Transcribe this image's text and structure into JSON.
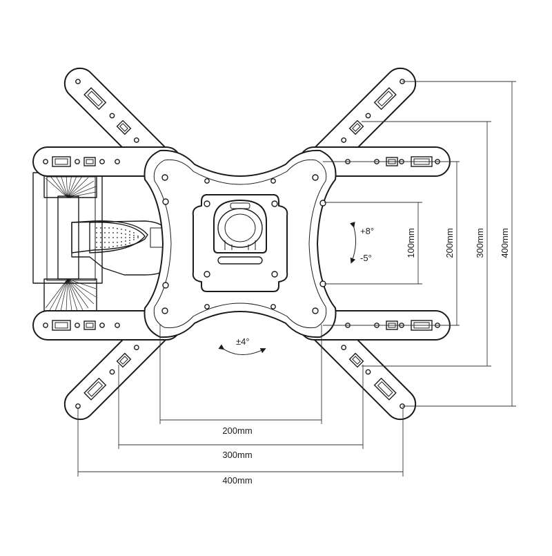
{
  "labels": {
    "tilt_up": "+8°",
    "tilt_down": "-5°",
    "swivel": "±4°",
    "v_100": "100mm",
    "v_200": "200mm",
    "v_300": "300mm",
    "v_400": "400mm",
    "h_200": "200mm",
    "h_300": "300mm",
    "h_400": "400mm"
  },
  "colors": {
    "line": "#1a1a1a",
    "background": "#ffffff"
  }
}
